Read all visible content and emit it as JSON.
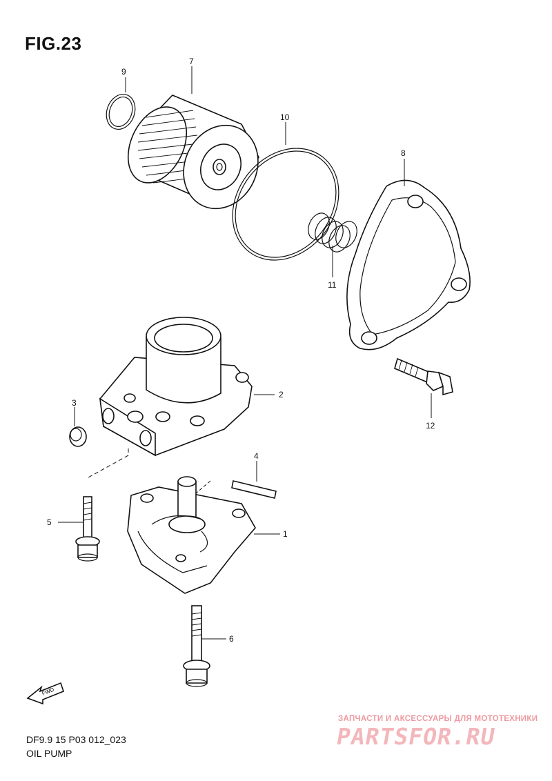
{
  "figure": {
    "title": "FIG.23",
    "code": "DF9.9 15 P03 012_023",
    "name": "OIL PUMP"
  },
  "callouts": [
    "1",
    "2",
    "3",
    "4",
    "5",
    "6",
    "7",
    "8",
    "9",
    "10",
    "11",
    "12"
  ],
  "fwd_label": "FWD",
  "watermark": {
    "tagline": "ЗАПЧАСТИ И АКСЕССУАРЫ ДЛЯ МОТОТЕХНИКИ",
    "logo": "PARTSFOR.RU"
  },
  "colors": {
    "line": "#111111",
    "watermark": "#f3b7bb"
  }
}
